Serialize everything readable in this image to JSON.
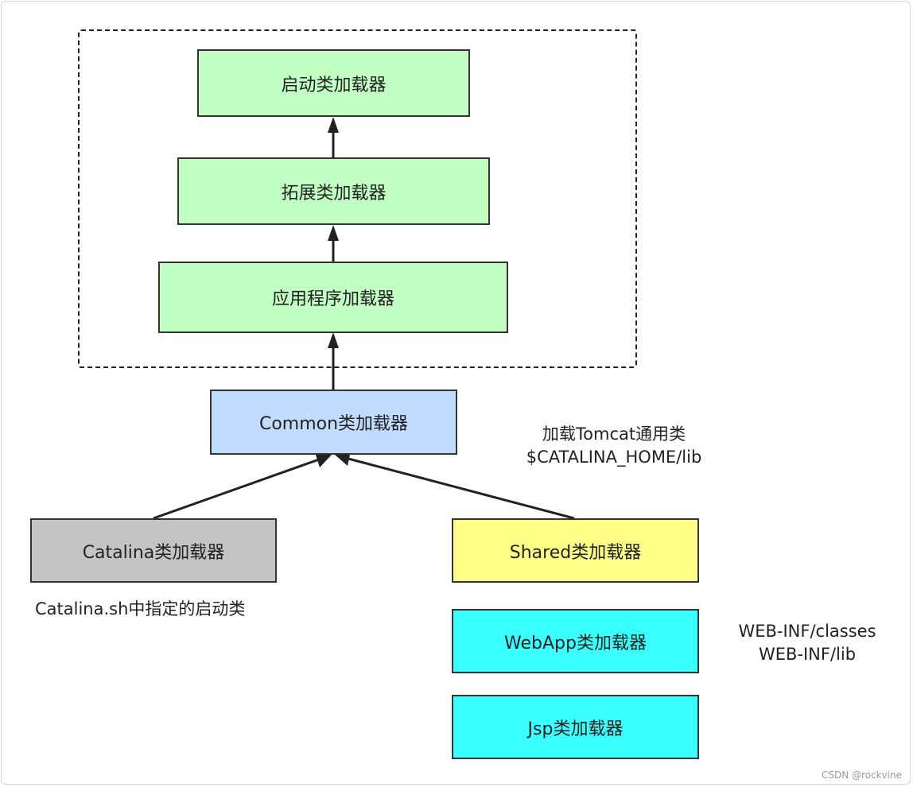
{
  "colors": {
    "jvm_green": "#c2ffc2",
    "common_blue": "#c2dcff",
    "catalina_gray": "#c4c4c4",
    "shared_yellow": "#ffff88",
    "webapp_cyan": "#3affff",
    "border": "#333333",
    "arrow": "#222222"
  },
  "nodes": {
    "bootstrap": "启动类加载器",
    "extension": "拓展类加载器",
    "application": "应用程序加载器",
    "common": "Common类加载器",
    "catalina": "Catalina类加载器",
    "shared": "Shared类加载器",
    "webapp": "WebApp类加载器",
    "jsp": "Jsp类加载器"
  },
  "notes": {
    "common": [
      "加载Tomcat通用类",
      "$CATALINA_HOME/lib"
    ],
    "catalina": "Catalina.sh中指定的启动类",
    "webapp": [
      "WEB-INF/classes",
      "WEB-INF/lib"
    ]
  },
  "watermark": "CSDN @rockvine"
}
